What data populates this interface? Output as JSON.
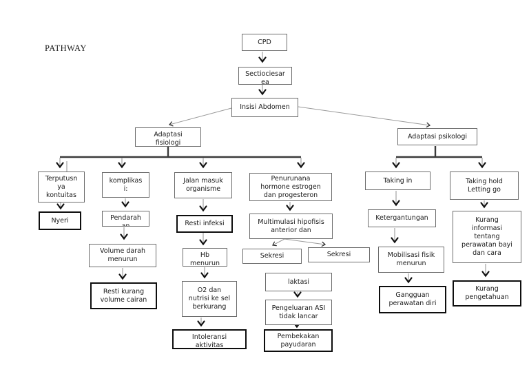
{
  "title": "PATHWAY",
  "colors": {
    "background": "#ffffff",
    "box_border": "#6b6b6b",
    "diagnosis_box_border": "#0d0d0d",
    "connector_line": "#8f8f8f",
    "tree_line": "#3a3a3a",
    "text": "#1a1a1a"
  },
  "nodes": {
    "cpd": {
      "label": "CPD"
    },
    "sectiocaesarea": {
      "label": "Sectiociesar\nea"
    },
    "insisi_abdomen": {
      "label": "Insisi Abdomen"
    },
    "adaptasi_fisiologi": {
      "label": "Adaptasi\nfisiologi"
    },
    "adaptasi_psikologi": {
      "label": "Adaptasi psikologi"
    },
    "terputusnya_kontuitas": {
      "label": "Terputusn\nya\nkontuitas"
    },
    "nyeri": {
      "label": "Nyeri"
    },
    "komplikasi": {
      "label": "komplikas\ni:"
    },
    "pendarahan": {
      "label": "Pendarah\nan"
    },
    "volume_darah_menurun": {
      "label": "Volume darah\nmenurun"
    },
    "resti_kurang_volume_cairan": {
      "label": "Resti kurang\nvolume cairan"
    },
    "jalan_masuk_organisme": {
      "label": "Jalan masuk\norganisme"
    },
    "resti_infeksi": {
      "label": "Resti infeksi"
    },
    "hb_menurun": {
      "label": "Hb\nmenurun"
    },
    "o2_nutrisi": {
      "label": "O2 dan\nnutrisi ke sel\nberkurang"
    },
    "intoleransi": {
      "label": "Intoleransi\naktivitas"
    },
    "penurunan_hormon": {
      "label": "Penurunana\nhormone estrogen\ndan progesteron"
    },
    "multimulasi_hipofisis": {
      "label": "Multimulasi hipofisis\nanterior dan"
    },
    "sekresi_1": {
      "label": "Sekresi"
    },
    "sekresi_2": {
      "label": "Sekresi"
    },
    "laktasi": {
      "label": "laktasi"
    },
    "pengeluaran_asi": {
      "label": "Pengeluaran ASI\ntidak lancar"
    },
    "pembekakan_payudaran": {
      "label": "Pembekakan\npayudaran"
    },
    "taking_in": {
      "label": "Taking in"
    },
    "ketergantungan": {
      "label": "Ketergantungan"
    },
    "mobilisasi_fisik": {
      "label": "Mobilisasi fisik\nmenurun"
    },
    "gangguan_perawatan_diri": {
      "label": "Gangguan\nperawatan diri"
    },
    "taking_hold": {
      "label": "Taking hold\nLetting go"
    },
    "kurang_informasi": {
      "label": "Kurang\ninformasi\ntentang\nperawatan bayi\ndan cara"
    },
    "kurang_pengetahuan": {
      "label": "Kurang\npengetahuan"
    }
  }
}
